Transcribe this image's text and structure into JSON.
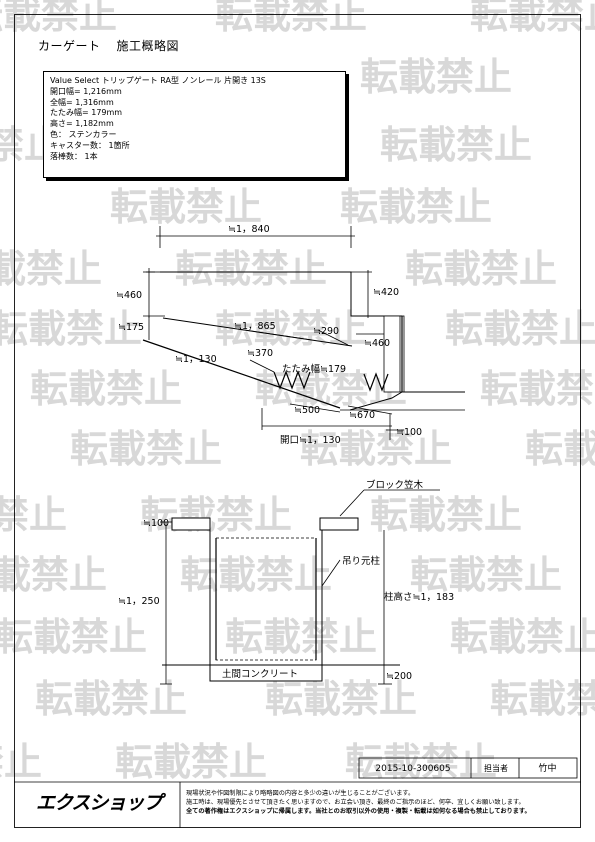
{
  "header": {
    "title_a": "カーゲート",
    "title_b": "施工概略図"
  },
  "spec": {
    "lines": [
      "Value Select トリップゲート RA型 ノンレール 片開き 13S",
      "開口幅= 1,216mm",
      "全幅= 1,316mm",
      "たたみ幅= 179mm",
      "高さ= 1,182mm",
      "色： ステンカラー",
      "キャスター数： 1箇所",
      "落棒数： 1本"
    ]
  },
  "plan": {
    "d_1840": "≒1，840",
    "d_460": "≒460",
    "d_420": "≒420",
    "d_175": "≒175",
    "d_1865": "≒1，865",
    "d_290": "≒290",
    "d_460b": "≒460",
    "d_1130": "≒1，130",
    "d_370": "≒370",
    "d_fold": "たたみ幅≒179",
    "d_500": "≒500",
    "d_670": "≒670",
    "d_100": "≒100",
    "d_opening": "開口≒1，130"
  },
  "elevation": {
    "block_cap": "ブロック笠木",
    "d_100": "≒100",
    "hinge_post": "吊り元柱",
    "d_1250": "≒1，250",
    "post_height": "柱高さ≒1，183",
    "floor": "土間コンクリート",
    "d_200": "≒200"
  },
  "watermark": {
    "text": "転載禁止"
  },
  "footer": {
    "code": "2015-10-300605",
    "person_label": "担当者",
    "person": "竹中",
    "logo": "エクスショップ",
    "notes": [
      "現場状況や作図制限により略略図の内容と多少の違いが生じることがございます。",
      "施工時は、現場優先とさせて頂きたく思いますので、お立会い頂き、最終のご指示のほど、何卒、宜しくお願い致します。",
      "全ての著作権はエクスショップに帰属します。当社とのお取引以外の使用・複製・転載は如何なる場合も禁止しております。"
    ]
  }
}
